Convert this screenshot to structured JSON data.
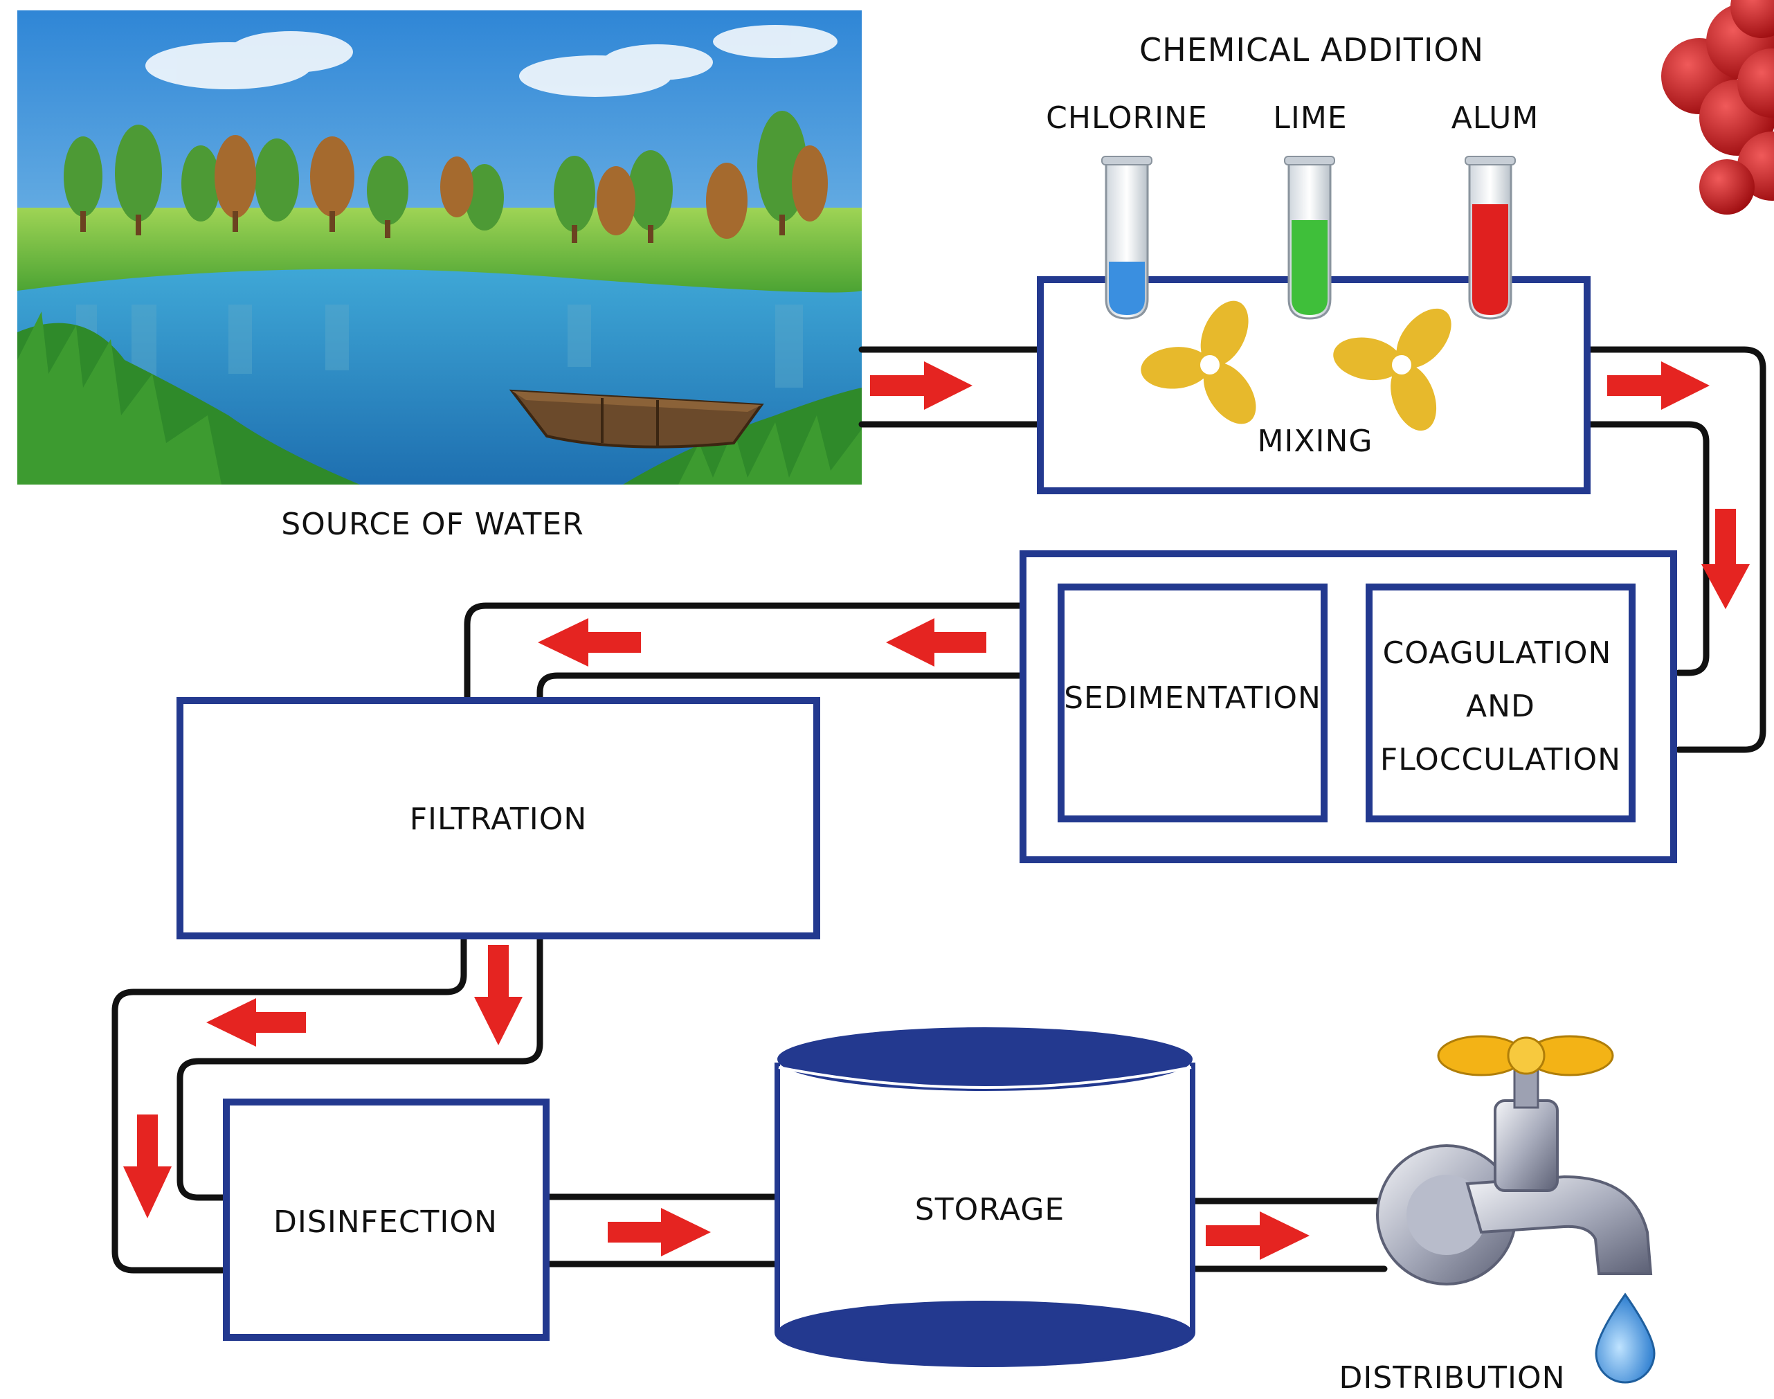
{
  "colors": {
    "box_border": "#23398f",
    "pipe": "#111111",
    "arrow": "#e52421",
    "chlorine": "#3a8fe0",
    "lime": "#3fbf3a",
    "alum": "#e0201f",
    "propeller": "#e7b92c",
    "tank": "#23398f",
    "tap_handle": "#f3b316",
    "water_drop": "#4aa3e8"
  },
  "labels": {
    "source": "SOURCE  OF  WATER",
    "chemical_addition": "CHEMICAL  ADDITION",
    "chlorine": "CHLORINE",
    "lime": "LIME",
    "alum": "ALUM",
    "mixing": "MIXING",
    "sedimentation": "SEDIMENTATION",
    "coag_line1": "COAGULATION",
    "coag_line2": "AND",
    "coag_line3": "FLOCCULATION",
    "filtration": "FILTRATION",
    "disinfection": "DISINFECTION",
    "storage": "STORAGE",
    "distribution": "DISTRIBUTION"
  },
  "icons": [
    "lake-landscape",
    "rowboat",
    "test-tube",
    "propeller",
    "water-tank",
    "water-tap",
    "water-drop",
    "molecule",
    "flow-arrow"
  ]
}
